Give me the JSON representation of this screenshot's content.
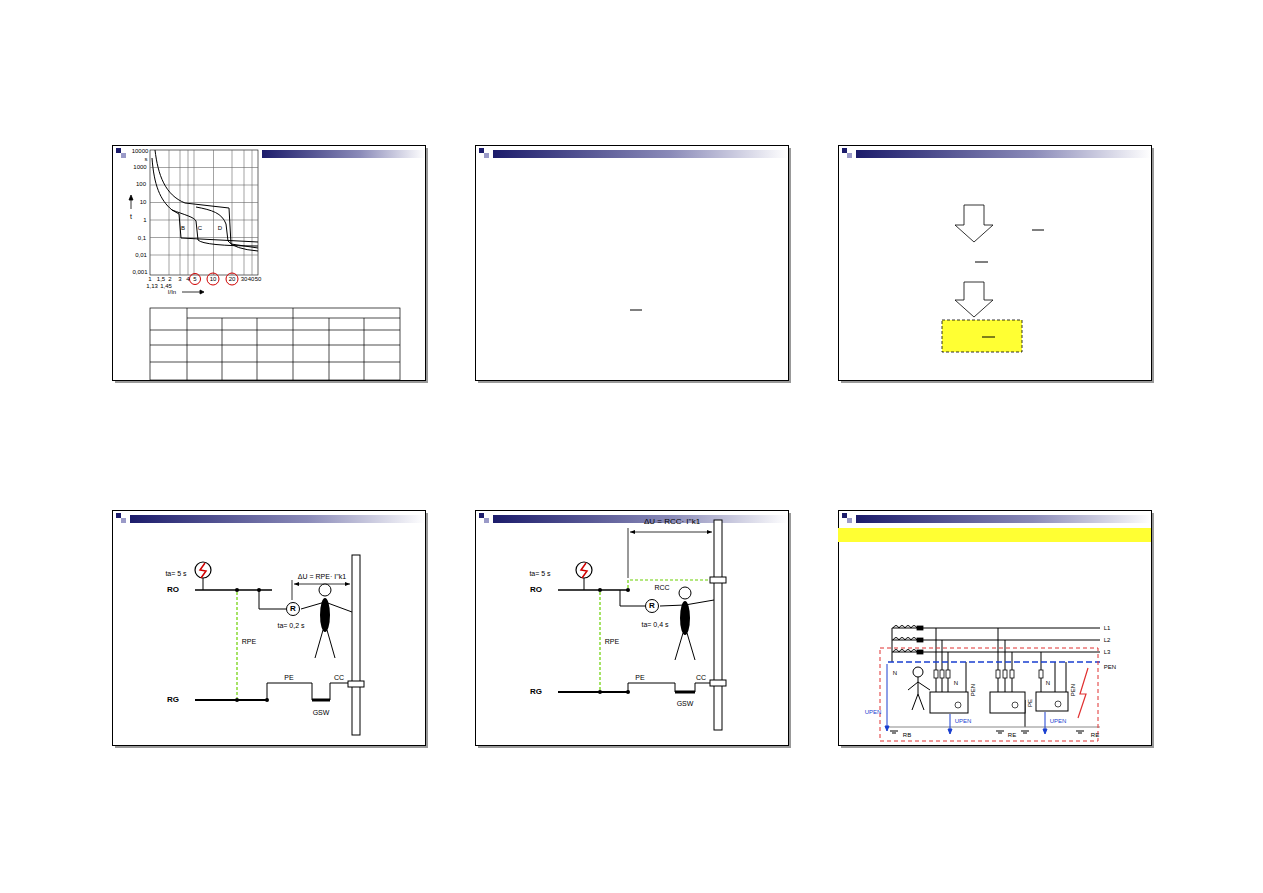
{
  "diagram": {
    "nodes": [
      {
        "text": [
          "R"
        ]
      },
      {
        "text": [
          "R"
        ]
      }
    ],
    "labels": [
      "10000",
      "1000",
      "100",
      "10",
      "1",
      "0,1",
      "0,01",
      "0,001",
      "s",
      "t",
      "1",
      "1,5",
      "2",
      "3",
      "4",
      "5",
      "10",
      "20",
      "30",
      "40",
      "50",
      "1,13",
      "1,45",
      "I/In",
      "B",
      "C",
      "D",
      "ta= 5 s",
      "RO",
      "ΔU = RPE· I''k1",
      "ta= 0,2 s",
      "RPE",
      "RG",
      "PE",
      "CC",
      "GSW",
      "ΔU = RCC· I''k1",
      "ta= 5 s",
      "RO",
      "RCC",
      "ta= 0,4 s",
      "RPE",
      "PE",
      "CC",
      "RG",
      "GSW",
      "L1",
      "L2",
      "L3",
      "PEN",
      "N",
      "UPEN",
      "RB",
      "N",
      "PEN",
      "UPEN",
      "RE",
      "PE",
      "N",
      "PEN",
      "UPEN",
      "RE"
    ]
  }
}
